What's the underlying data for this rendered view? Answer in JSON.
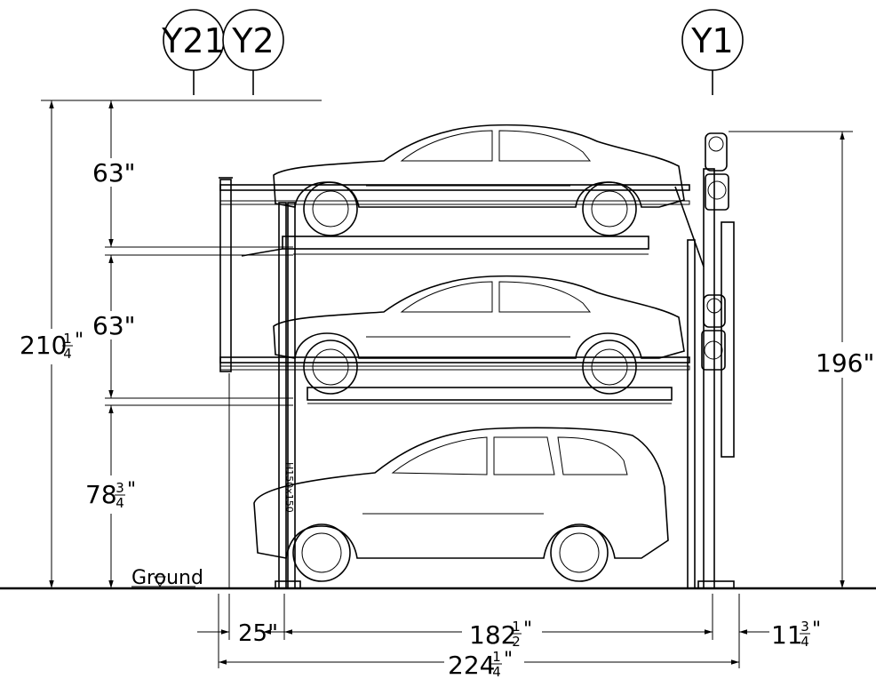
{
  "axis_tags": {
    "y21": "Y21",
    "y2": "Y2",
    "y1": "Y1"
  },
  "dimensions": {
    "top_level": "63\"",
    "middle_level": "63\"",
    "bottom_level_whole": "78",
    "bottom_level_num": "3",
    "bottom_level_den": "4",
    "total_height_whole": "210",
    "total_height_num": "1",
    "total_height_den": "4",
    "machine_height": "196\"",
    "left_offset": "25\"",
    "span_whole": "182",
    "span_num": "1",
    "span_den": "2",
    "right_offset_whole": "11",
    "right_offset_num": "3",
    "right_offset_den": "4",
    "total_length_whole": "224",
    "total_length_num": "1",
    "total_length_den": "4"
  },
  "labels": {
    "ground": "Ground",
    "post_section": "H150x150"
  },
  "colors": {
    "line": "#000000",
    "background": "#ffffff"
  }
}
